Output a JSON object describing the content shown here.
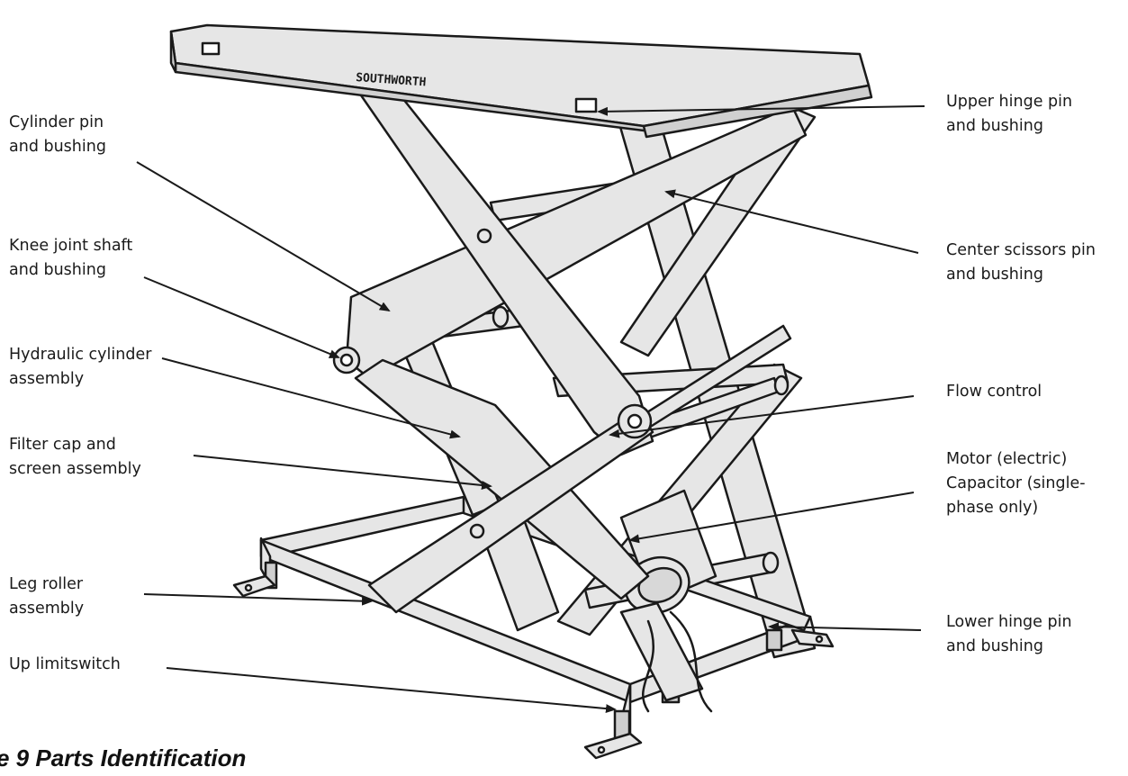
{
  "brand_plate": "SOUTHWORTH",
  "caption": "e 9   Parts Identification",
  "labels": {
    "cylinder_pin": [
      "Cylinder pin",
      "and bushing"
    ],
    "knee_joint": [
      "Knee joint shaft",
      "and bushing"
    ],
    "hydraulic_cyl": [
      "Hydraulic cylinder",
      "assembly"
    ],
    "filter_cap": [
      "Filter cap and",
      "screen assembly"
    ],
    "leg_roller": [
      "Leg roller",
      "assembly"
    ],
    "up_limit": [
      "Up limitswitch"
    ],
    "upper_hinge": [
      "Upper hinge pin",
      "and bushing"
    ],
    "center_scissors": [
      "Center scissors pin",
      "and bushing"
    ],
    "flow_control": [
      "Flow control"
    ],
    "motor": [
      "Motor (electric)",
      "Capacitor (single-",
      "phase only)"
    ],
    "lower_hinge": [
      "Lower hinge pin",
      "and bushing"
    ]
  },
  "colors": {
    "fill": "#e6e6e6",
    "stroke": "#1a1a1a",
    "text": "#1a1a1a"
  }
}
